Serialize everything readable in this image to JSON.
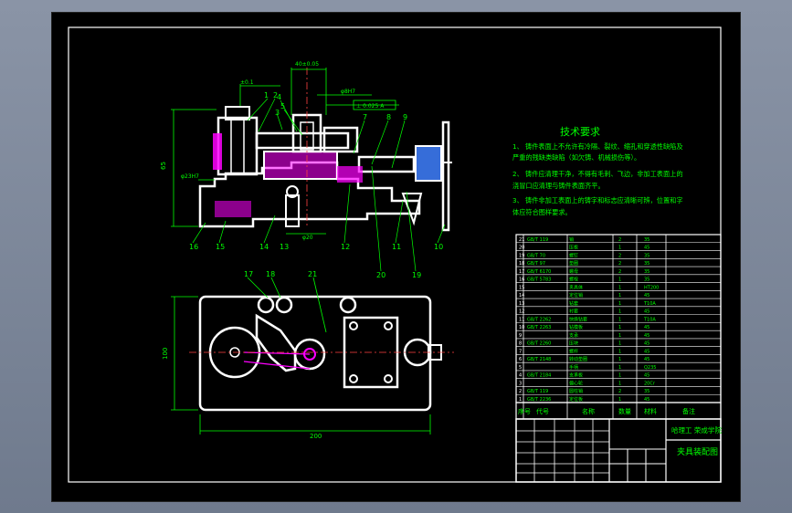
{
  "tech_requirements": {
    "title": "技术要求",
    "lines": [
      "1、 铸件表面上不允许有冷隔、裂纹、缩孔和穿透性缺陷及",
      "严重的残缺类缺陷（如欠铸、机械损伤等）。",
      "2、 铸件应清理干净，不得有毛刺、飞边，非加工表面上的",
      "浇冒口应清理与铸件表面齐平。",
      "3、 铸件非加工表面上的铸字和标志应清晰可辨，位置和字",
      "体应符合图样要求。"
    ]
  },
  "front_view": {
    "dims": {
      "height_total": "65",
      "top_width": "40±0.05",
      "hole_dia": "φ8H7",
      "base_bore": "φ23H7",
      "offset": "±0.1",
      "diameter_note": "φ20"
    },
    "tolerance_frame": "⊥ 0.025 A",
    "balloons_bottom": [
      "16",
      "15",
      "14",
      "13",
      "12",
      "11",
      "10"
    ],
    "balloons_top": [
      "1",
      "2",
      "3",
      "4",
      "5",
      "6",
      "7",
      "8",
      "9"
    ],
    "balloons_lower": [
      "20",
      "19"
    ]
  },
  "top_view": {
    "balloons": [
      "17",
      "18",
      "21"
    ],
    "dims": {
      "width": "200",
      "height": "100"
    }
  },
  "parts_list": {
    "rows": [
      [
        "21",
        "GB/T 119",
        "销",
        "2",
        "35"
      ],
      [
        "20",
        "",
        "压板",
        "1",
        "45"
      ],
      [
        "19",
        "GB/T 70",
        "螺钉",
        "2",
        "35"
      ],
      [
        "18",
        "GB/T 97",
        "垫圈",
        "2",
        "35"
      ],
      [
        "17",
        "GB/T 6170",
        "螺母",
        "2",
        "35"
      ],
      [
        "16",
        "GB/T 5783",
        "螺栓",
        "1",
        "35"
      ],
      [
        "15",
        "",
        "夹具体",
        "1",
        "HT200"
      ],
      [
        "14",
        "",
        "定位销",
        "1",
        "45"
      ],
      [
        "13",
        "",
        "钻套",
        "1",
        "T10A"
      ],
      [
        "12",
        "",
        "衬套",
        "1",
        "45"
      ],
      [
        "11",
        "GB/T 2262",
        "快换钻套",
        "1",
        "T10A"
      ],
      [
        "10",
        "GB/T 2263",
        "钻模板",
        "1",
        "45"
      ],
      [
        "9",
        "",
        "支承",
        "1",
        "45"
      ],
      [
        "8",
        "GB/T 2260",
        "压块",
        "1",
        "45"
      ],
      [
        "7",
        "",
        "螺杆",
        "1",
        "45"
      ],
      [
        "6",
        "GB/T 2148",
        "转动垫圈",
        "1",
        "45"
      ],
      [
        "5",
        "",
        "手柄",
        "1",
        "Q235"
      ],
      [
        "4",
        "GB/T 2184",
        "支承板",
        "1",
        "45"
      ],
      [
        "3",
        "",
        "偏心轮",
        "1",
        "20Cr"
      ],
      [
        "2",
        "GB/T 119",
        "圆柱销",
        "2",
        "35"
      ],
      [
        "1",
        "GB/T 2236",
        "定位板",
        "1",
        "45"
      ]
    ],
    "header": [
      "序号",
      "代号",
      "名称",
      "数量",
      "材料",
      "备注"
    ]
  },
  "title_block": {
    "school": "哈理工 荣成学院",
    "drawing_name": "夹具装配图"
  }
}
